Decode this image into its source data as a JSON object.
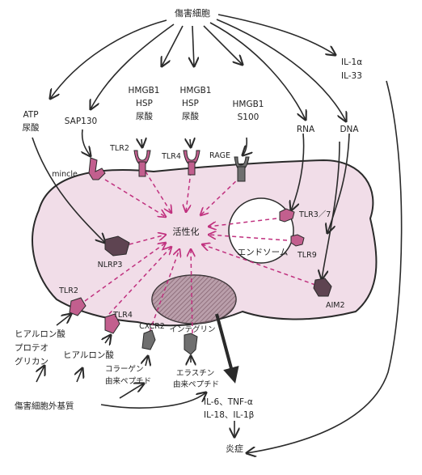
{
  "source": "傷害細胞",
  "source_extra": [
    "IL-1α",
    "IL-33"
  ],
  "ligand_groups": {
    "atp": [
      "ATP",
      "尿酸"
    ],
    "sap130": "SAP130",
    "tlr2_ligands": [
      "HMGB1",
      "HSP",
      "尿酸"
    ],
    "tlr4_ligands": [
      "HMGB1",
      "HSP",
      "尿酸"
    ],
    "rage_ligands": [
      "HMGB1",
      "S100"
    ],
    "rna": "RNA",
    "dna": "DNA"
  },
  "receptors": {
    "mincle": "mincle",
    "tlr2_top": "TLR2",
    "tlr4_top": "TLR4",
    "rage": "RAGE",
    "tlr37": "TLR3／7",
    "tlr9": "TLR9",
    "nlrp3": "NLRP3",
    "aim2": "AIM2",
    "tlr2_bottom": "TLR2",
    "tlr4_bottom": "TLR4",
    "cxcr2": "CXCR2",
    "integrin": "インテグリン"
  },
  "center_label": "活性化",
  "endosome_label": "エンドソーム",
  "ecm_ligands": {
    "tlr2": [
      "ヒアルロン酸",
      "プロテオ",
      "グリカン"
    ],
    "tlr4": "ヒアルロン酸",
    "collagen": [
      "コラーゲン",
      "由来ペプチド"
    ],
    "elastin": [
      "エラスチン",
      "由来ペプチド"
    ]
  },
  "ecm_source": "傷害細胞外基質",
  "cytokines": [
    "IL-6、TNF-α",
    "IL-18、IL-1β"
  ],
  "outcome": "炎症",
  "colors": {
    "cell_fill": "#f1dde8",
    "cell_stroke": "#2a2a2a",
    "nucleus_fill": "#8c6b78",
    "receptor_pink": "#c25f8e",
    "receptor_dark": "#5e4451",
    "receptor_gray": "#6f6f6f",
    "dashed_arrow": "#c0307e",
    "arrow": "#2a2a2a"
  }
}
